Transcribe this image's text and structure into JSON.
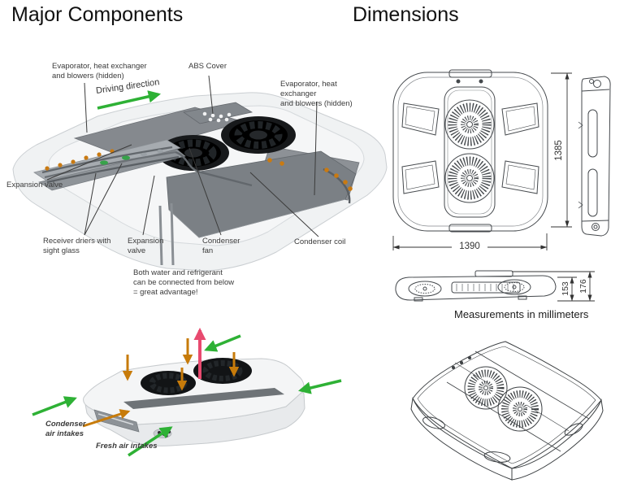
{
  "titles": {
    "left": "Major Components",
    "right": "Dimensions"
  },
  "component_labels": {
    "evaporator_left": "Evaporator, heat exchanger\nand blowers (hidden)",
    "abs_cover": "ABS Cover",
    "evaporator_right": "Evaporator, heat exchanger\nand blowers (hidden)",
    "driving_direction": "Driving direction",
    "expansion_valve_left": "Expansion valve",
    "receiver_driers": "Receiver driers with\nsight glass",
    "expansion_valve_center": "Expansion\nvalve",
    "condenser_fan": "Condenser\nfan",
    "condenser_coil": "Condenser coil",
    "connection_note": "Both water and refrigerant\ncan be connected from below\n= great advantage!"
  },
  "airflow_labels": {
    "condenser_air_intakes": "Condenser\nair intakes",
    "fresh_air_intakes": "Fresh air intakes"
  },
  "dimensions": {
    "length_mm": "1385",
    "width_mm": "1390",
    "body_height_mm": "153",
    "total_height_mm": "176",
    "note": "Measurements in millimeters"
  },
  "colors": {
    "fresh_air_green": "#2eb135",
    "condenser_air_orange": "#c77b0a",
    "exhaust_pink": "#e84a6f",
    "line_art": "#45494d"
  }
}
